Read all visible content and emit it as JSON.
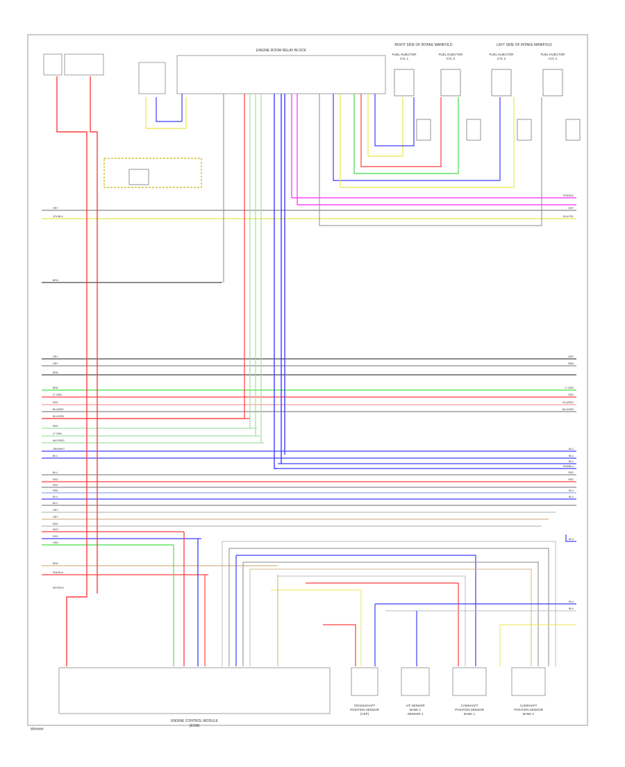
{
  "top_labels": {
    "engine_room_relay_block": "ENGINE ROOM RELAY BLOCK",
    "right_bank_manifold": "RIGHT SIDE OF INTAKE MANIFOLD",
    "left_bank_manifold": "LEFT SIDE OF INTAKE MANIFOLD"
  },
  "components": [
    {
      "key": "inj1",
      "lines": [
        "FUEL INJECTOR",
        "CYL 1"
      ]
    },
    {
      "key": "inj3",
      "lines": [
        "FUEL INJECTOR",
        "CYL 3"
      ]
    },
    {
      "key": "inj2",
      "lines": [
        "FUEL INJECTOR",
        "CYL 2"
      ]
    },
    {
      "key": "inj4",
      "lines": [
        "FUEL INJECTOR",
        "CYL 4"
      ]
    },
    {
      "key": "bottom1",
      "lines": [
        "CRANKSHAFT",
        "POSITION SENSOR",
        "(CKP)"
      ]
    },
    {
      "key": "bottom2",
      "lines": [
        "A/F SENSOR",
        "BANK 1",
        "SENSOR 1"
      ]
    },
    {
      "key": "bottom3",
      "lines": [
        "CAMSHAFT",
        "POSITION SENSOR",
        "BANK 1"
      ]
    },
    {
      "key": "bottom4",
      "lines": [
        "CAMSHAFT",
        "POSITION SENSOR",
        "BANK 2"
      ]
    }
  ],
  "ecm_label": [
    "ENGINE CONTROL MODULE",
    "(ECM)"
  ],
  "left_wire_labels": [
    "GRY",
    "YEL/BLU",
    "BRN",
    "GRY",
    "GRY",
    "BRN",
    "BRN",
    "LT GRN",
    "RED",
    "BLU/RED",
    "BLU/GRN",
    "RED",
    "LT GRN",
    "WHT/RED",
    "GRN/WHT",
    "BLU",
    "BLU",
    "RED",
    "RED",
    "RED",
    "BLU",
    "BLU",
    "GRY",
    "GRY",
    "RED",
    "WHT",
    "RED",
    "GRN",
    "BRN",
    "PNK/BLU",
    "WHT/BLK"
  ],
  "right_wire_labels": [
    "PNK/BLK",
    "GRY",
    "BLU/YEL",
    "GRY",
    "BRN",
    "LT GRN",
    "RED",
    "BLU/RED",
    "BLU/GRN",
    "BLU",
    "BLU",
    "BLU",
    "PNK/BLU",
    "RED",
    "RED",
    "BLU",
    "BLU",
    "BLU",
    "BLU",
    "BLU"
  ],
  "footer_code": "W##### "
}
